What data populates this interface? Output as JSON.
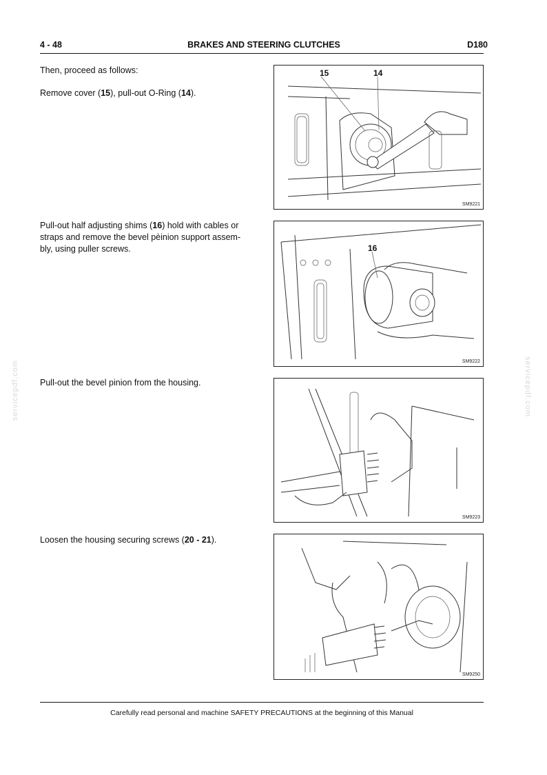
{
  "header": {
    "page": "4 - 48",
    "title": "BRAKES AND STEERING CLUTCHES",
    "model": "D180"
  },
  "sections": [
    {
      "text_plain": "Then, proceed as follows:"
    },
    {
      "t1": "Remove cover (",
      "b1": "15",
      "t2": "), pull-out O-Ring (",
      "b2": "14",
      "t3": ")."
    },
    {
      "l1_a": "Pull-out half adjusting shims (",
      "l1_b": "16",
      "l1_c": ") hold with cables or",
      "l2": "straps and remove the bevel pèinion support assem-",
      "l3": "bly, using puller screws."
    },
    {
      "text_plain": "Pull-out the bevel pinion from the housing."
    },
    {
      "t1": "Loosen the housing securing screws (",
      "b1": "20 - 21",
      "t2": ")."
    }
  ],
  "figures": [
    {
      "code": "SM9221",
      "callouts": [
        "15",
        "14"
      ]
    },
    {
      "code": "SM9222",
      "callouts": [
        "16"
      ]
    },
    {
      "code": "SM9223",
      "callouts": []
    },
    {
      "code": "SM9250",
      "callouts": []
    }
  ],
  "watermark": "servicepdf.com",
  "footer": "Carefully read personal and machine SAFETY PRECAUTIONS at the beginning of this Manual"
}
